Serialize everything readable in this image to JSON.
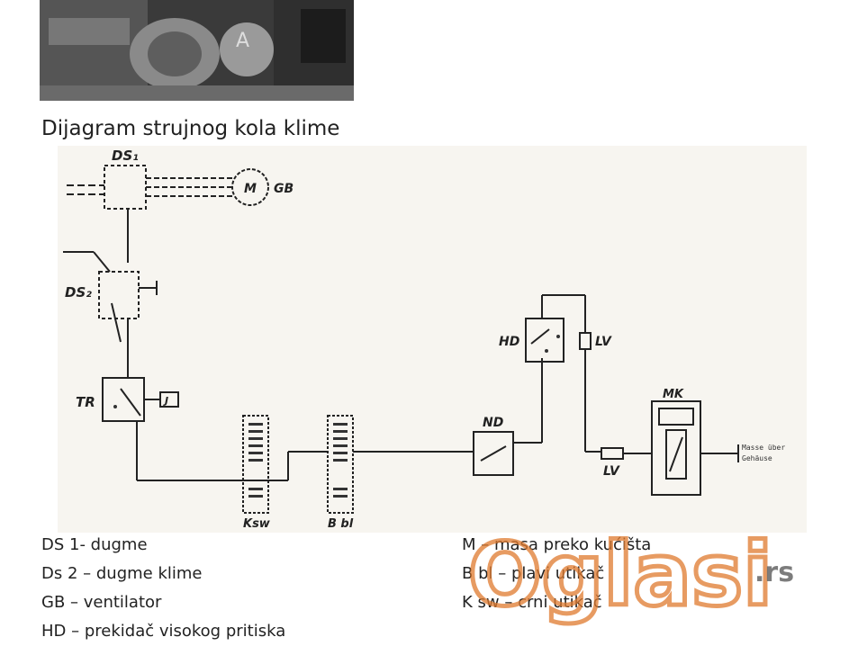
{
  "caption": "Dijagram strujnog kola klime",
  "components": {
    "ds1": "DS₁",
    "m": "M",
    "gb": "GB",
    "ds2": "DS₂",
    "tr": "TR",
    "j": "J",
    "nd": "ND",
    "hd": "HD",
    "lv_top": "LV",
    "lv_bottom": "LV",
    "mk": "MK",
    "ksw": "Ksw",
    "bbl": "B bl",
    "masse": "Masse über",
    "gehause": "Gehäuse"
  },
  "legend_left": [
    "DS 1- dugme",
    "Ds 2 – dugme klime",
    "GB – ventilator",
    "HD – prekidač visokog pritiska"
  ],
  "legend_right": [
    "M – masa preko kućišta",
    "B bl – plavi utikač",
    "K sw – crni utikač"
  ],
  "watermark": {
    "brand": "Oglasi",
    "tld": ".rs",
    "color": "#e07a2e"
  }
}
